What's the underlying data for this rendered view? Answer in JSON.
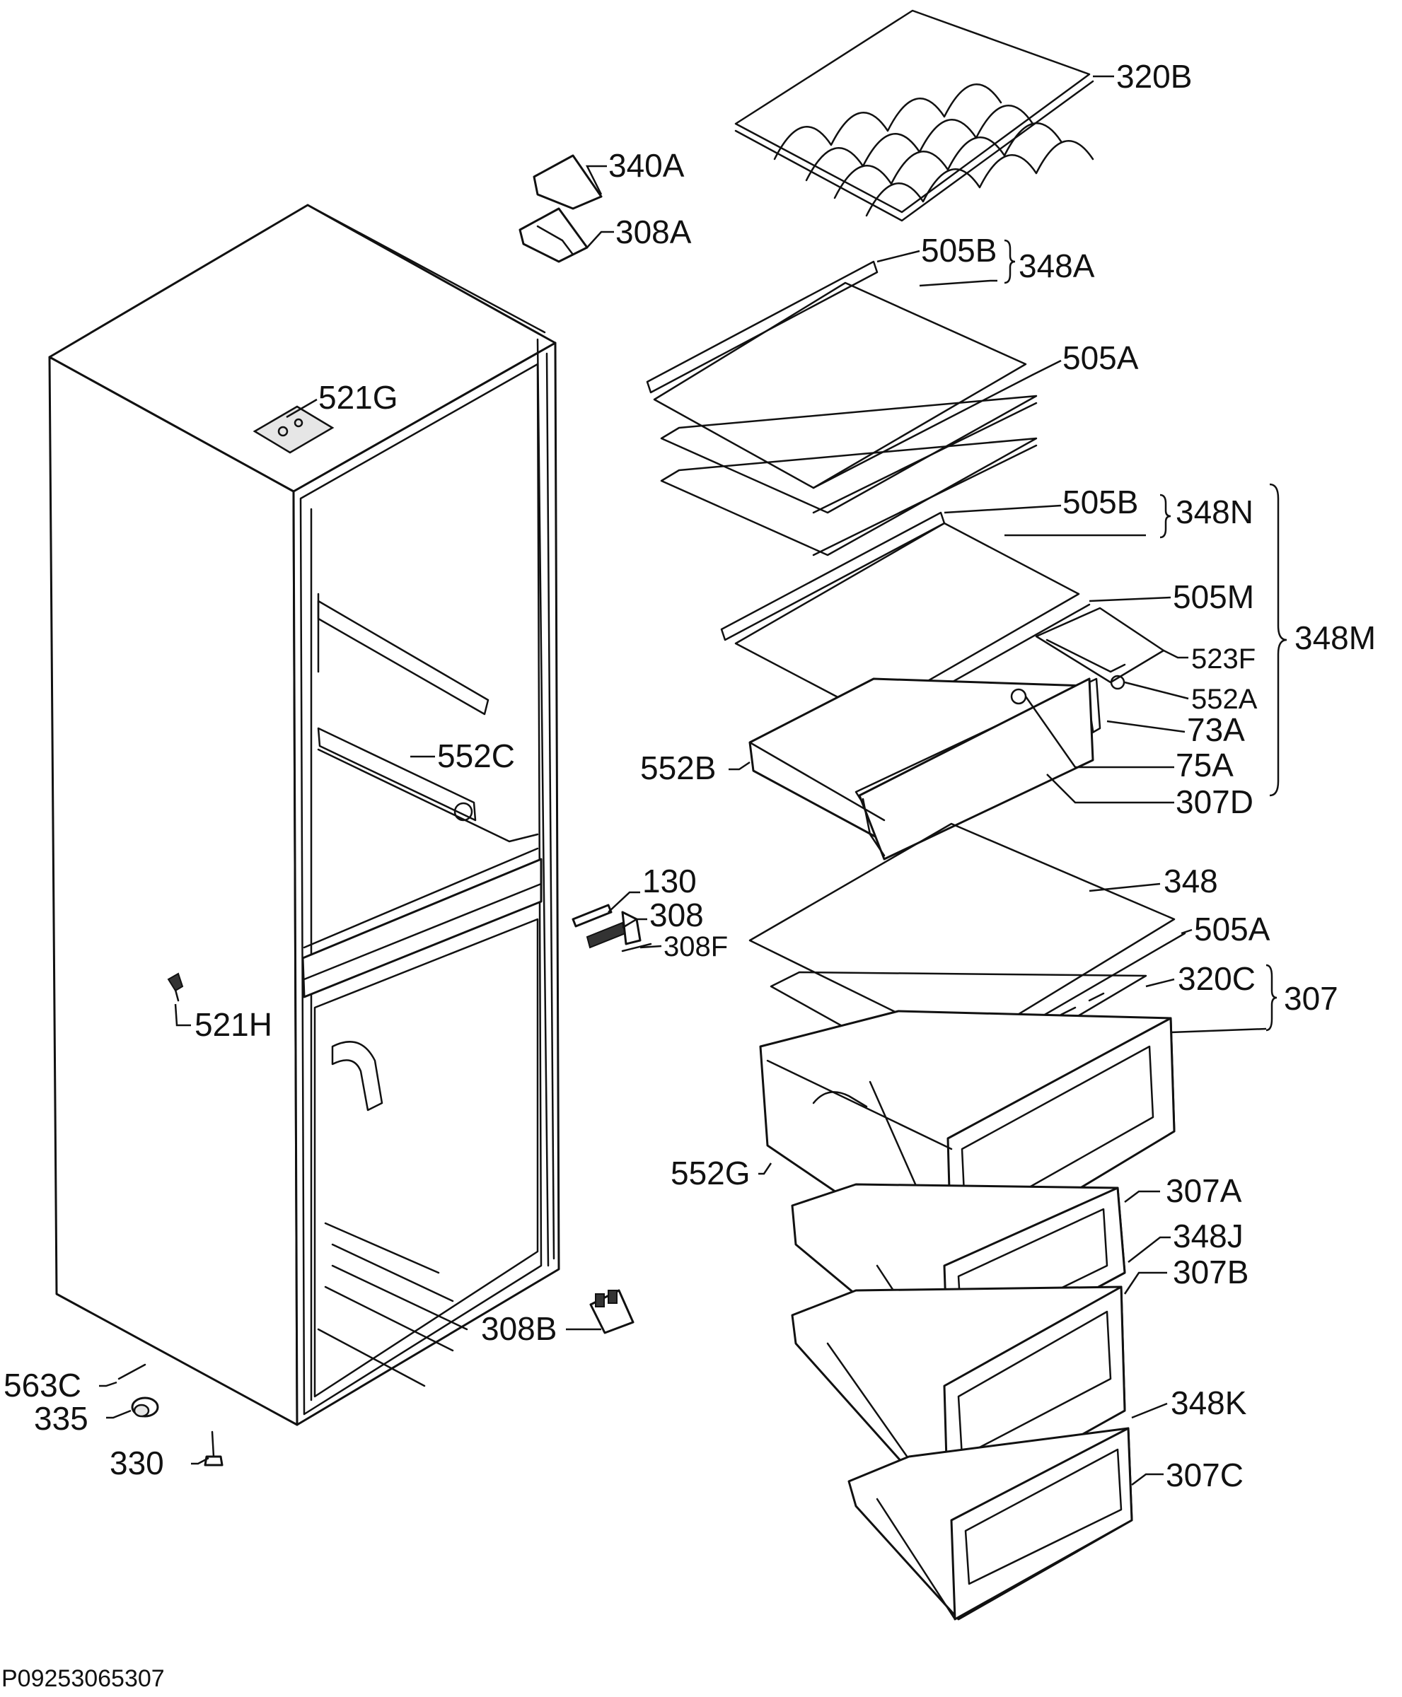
{
  "labels": {
    "l320b": "320B",
    "l340a": "340A",
    "l308a": "308A",
    "l505b_top": "505B",
    "l348a": "348A",
    "l505a_top": "505A",
    "l521g": "521G",
    "l505b_mid": "505B",
    "l348n": "348N",
    "l505m": "505M",
    "l523f": "523F",
    "l348m": "348M",
    "l552a": "552A",
    "l73a": "73A",
    "l75a": "75A",
    "l552b": "552B",
    "l307d": "307D",
    "l552c": "552C",
    "l130": "130",
    "l308": "308",
    "l308f": "308F",
    "l348": "348",
    "l505a_bot": "505A",
    "l320c": "320C",
    "l307": "307",
    "l521h": "521H",
    "l552g": "552G",
    "l307a": "307A",
    "l348j": "348J",
    "l307b": "307B",
    "l308b": "308B",
    "l348k": "348K",
    "l307c": "307C",
    "l563c": "563C",
    "l335": "335",
    "l330": "330"
  },
  "drawing_code": "P09253065307"
}
